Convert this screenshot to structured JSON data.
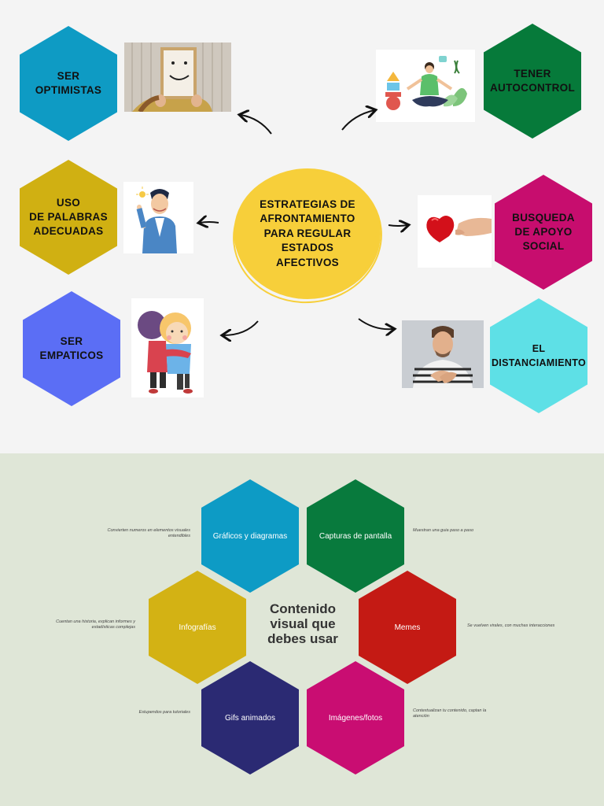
{
  "top_section": {
    "center_title": "ESTRATEGIAS DE\nAFRONTAMIENTO\nPARA REGULAR\n ESTADOS\n AFECTIVOS",
    "strategies": [
      {
        "label": "SER\nOPTIMISTAS",
        "color": "#0e9bc4",
        "picture": "smiley-face-sign-photo"
      },
      {
        "label": "TENER\nAUTOCONTROL",
        "color": "#067a3a",
        "picture": "meditating-man-illustration"
      },
      {
        "label": "USO\nDE PALABRAS\nADECUADAS",
        "color": "#d0b012",
        "picture": "man-idea-illustration"
      },
      {
        "label": "BUSQUEDA\nDE APOYO\nSOCIAL",
        "color": "#c70d6e",
        "picture": "hand-holding-heart-photo"
      },
      {
        "label": "SER\nEMPATICOS",
        "color": "#5b6ef5",
        "picture": "children-hugging-illustration"
      },
      {
        "label": "EL\nDISTANCIAMIENTO",
        "color": "#5ee0e6",
        "picture": "man-hands-on-chest-photo"
      }
    ]
  },
  "bottom_section": {
    "center_title": "Contenido\nvisual que\ndebes usar",
    "items": [
      {
        "label": "Gráficos y diagramas",
        "color": "#0d9bc5",
        "description": "Convierten numeros en elementos visuales entendibles"
      },
      {
        "label": "Capturas de pantalla",
        "color": "#087a3d",
        "description": "Muestran una guia paso a paso"
      },
      {
        "label": "Infografías",
        "color": "#d3b214",
        "description": "Cuentan una historia, explican informes y estadísticas complejas"
      },
      {
        "label": "Memes",
        "color": "#c41a14",
        "description": "Se vuelven virales, con muchas interacciones"
      },
      {
        "label": "Gifs animados",
        "color": "#2b2a73",
        "description": "Estupendos para tutoriales"
      },
      {
        "label": "Imágenes/fotos",
        "color": "#c90d72",
        "description": "Contextualizan tu contenido, captan la atención"
      }
    ]
  }
}
